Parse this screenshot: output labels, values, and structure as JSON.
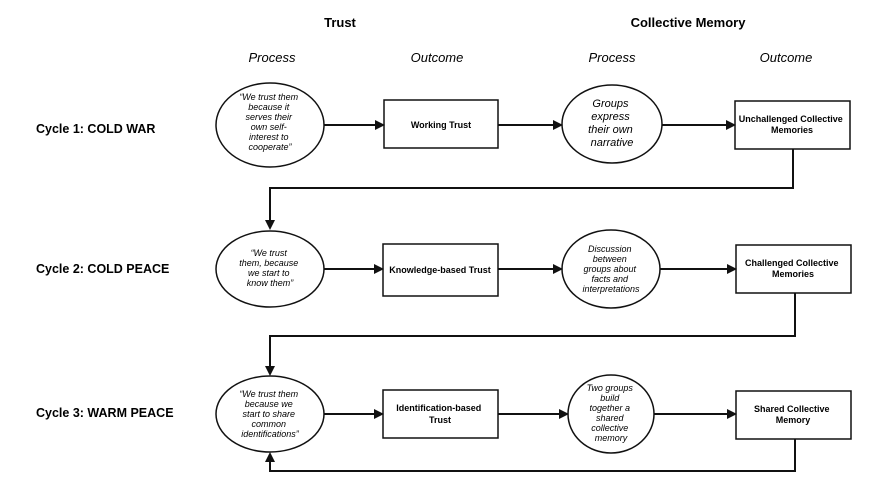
{
  "headers": {
    "trust": "Trust",
    "collective_memory": "Collective Memory"
  },
  "subheaders": [
    "Process",
    "Outcome",
    "Process",
    "Outcome"
  ],
  "cycles": [
    {
      "label": "Cycle 1: COLD WAR",
      "trust_process": [
        "“We trust them",
        "because it",
        "serves their",
        "own self-",
        "interest to",
        "cooperate”"
      ],
      "trust_outcome": [
        "Working Trust"
      ],
      "memory_process": [
        "Groups",
        "express",
        "their own",
        "narrative"
      ],
      "memory_outcome": [
        "Unchallenged Collective",
        "Memories"
      ]
    },
    {
      "label": "Cycle 2: COLD PEACE",
      "trust_process": [
        "“We trust",
        "them, because",
        "we start to",
        "know them”"
      ],
      "trust_outcome": [
        "Knowledge-based Trust"
      ],
      "memory_process": [
        "Discussion",
        "between",
        "groups about",
        "facts and",
        "interpretations"
      ],
      "memory_outcome": [
        "Challenged Collective",
        "Memories"
      ]
    },
    {
      "label": "Cycle 3: WARM PEACE",
      "trust_process": [
        "“We trust them",
        "because we",
        "start to share",
        "common",
        "identifications”"
      ],
      "trust_outcome": [
        "Identification-based",
        "Trust"
      ],
      "memory_process": [
        "Two groups",
        "build",
        "together a",
        "shared",
        "collective",
        "memory"
      ],
      "memory_outcome": [
        "Shared Collective",
        "Memory"
      ]
    }
  ]
}
